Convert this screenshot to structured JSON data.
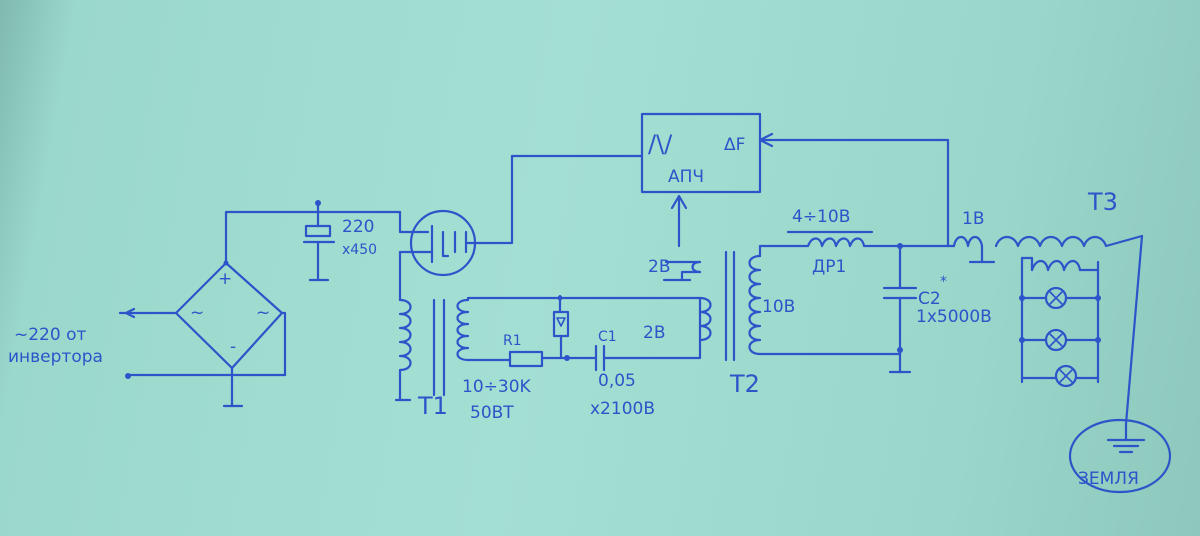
{
  "diagram": {
    "ink_color": "#2b55c9",
    "paper_color": "#a4dfd3",
    "labels": {
      "input_line1": "~220 от",
      "input_line2": "инвертора",
      "cap_value": "220",
      "cap_voltage": "х450",
      "apch_block": "АПЧ",
      "apch_left_glyph": "/\\/",
      "apch_right_glyph": "ΔF",
      "t1": "T1",
      "t2": "T2",
      "t3": "T3",
      "r1": "R1",
      "r1_value": "10÷30K",
      "r1_power": "50ВТ",
      "c1": "C1",
      "c1_value": "0,05",
      "c1_voltage": "х2100В",
      "winding_2v_sense": "2В",
      "winding_2v_sec": "2В",
      "winding_10v": "10В",
      "dr1_voltage": "4÷10В",
      "dr1": "ДР1",
      "c2": "C2",
      "c2_mark": "*",
      "c2_value": "1х5000В",
      "tap_1v": "1В",
      "ground": "ЗЕМЛЯ",
      "bridge_plus": "+",
      "bridge_minus": "-",
      "bridge_ac_left": "~",
      "bridge_ac_right": "~"
    }
  }
}
